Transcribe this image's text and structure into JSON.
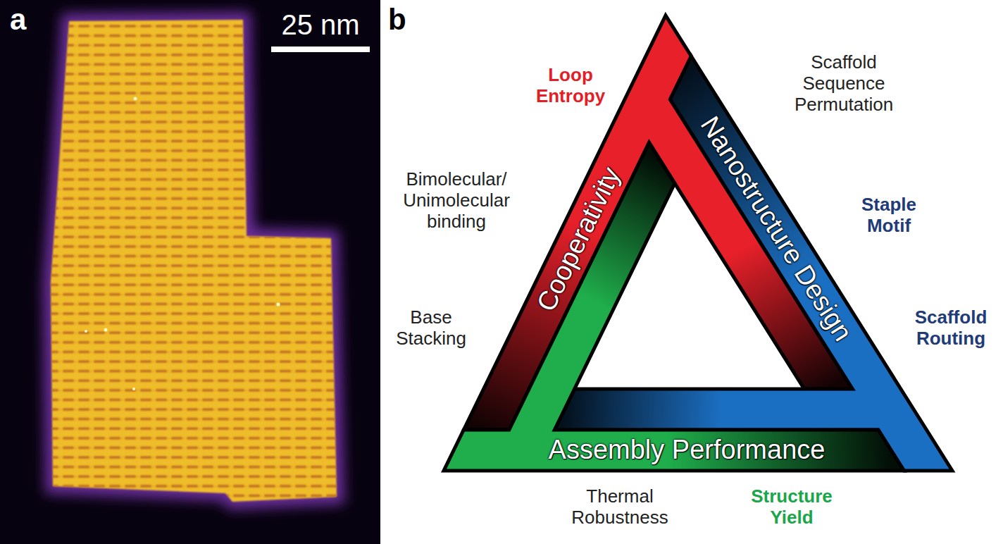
{
  "diagram": {
    "nodes": [
      {
        "text": [
          "Cooperativity"
        ]
      },
      {
        "text": [
          "Nanostructure Design"
        ]
      },
      {
        "text": [
          "Assembly Performance"
        ]
      }
    ],
    "labels": [
      "a",
      "25 nm",
      "b",
      "Loop Entropy",
      "Scaffold Sequence Permutation",
      "Bimolecular/ Unimolecular binding",
      "Staple Motif",
      "Base Stacking",
      "Scaffold Routing",
      "Thermal Robustness",
      "Structure Yield"
    ]
  }
}
